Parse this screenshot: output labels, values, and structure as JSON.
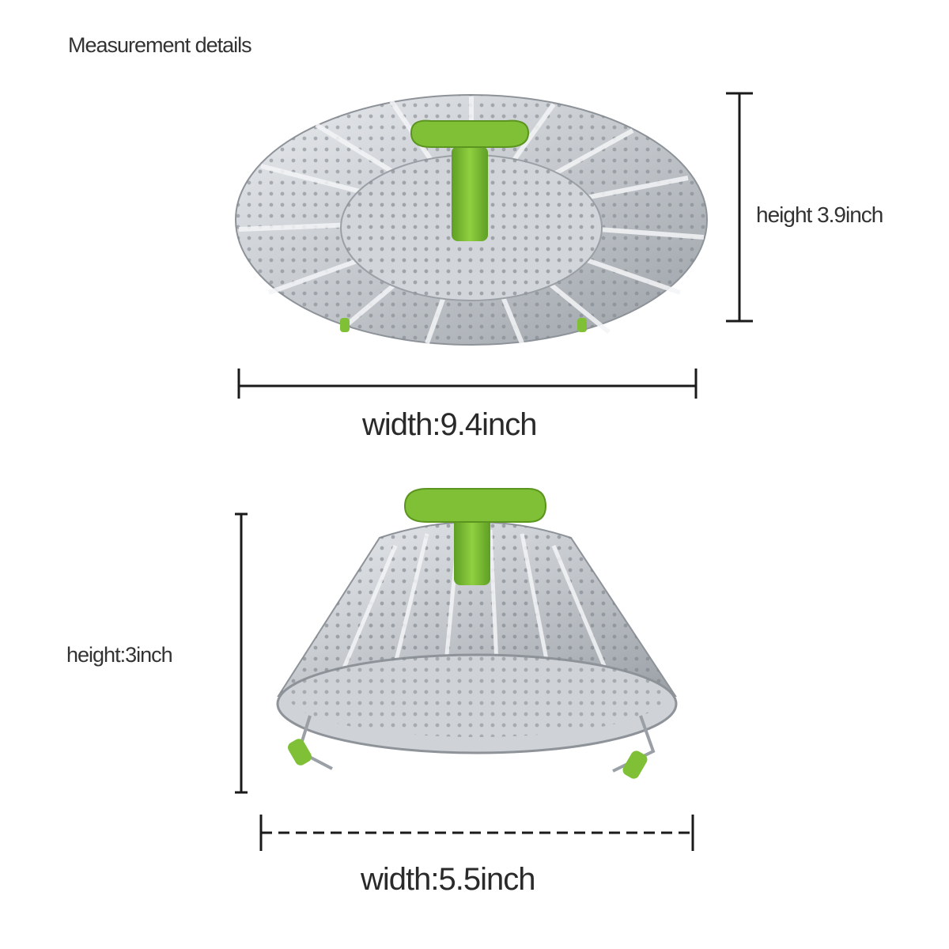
{
  "header": {
    "title": "Measurement details"
  },
  "open_steamer": {
    "height_label": "height 3.9inch",
    "width_label": "width:9.4inch"
  },
  "folded_steamer": {
    "height_label": "height:3inch",
    "width_label": "width:5.5inch"
  },
  "colors": {
    "steel": "#c9ccd0",
    "steel_dark": "#8e9399",
    "handle_green": "#7fc036",
    "line": "#1a1a1a"
  }
}
